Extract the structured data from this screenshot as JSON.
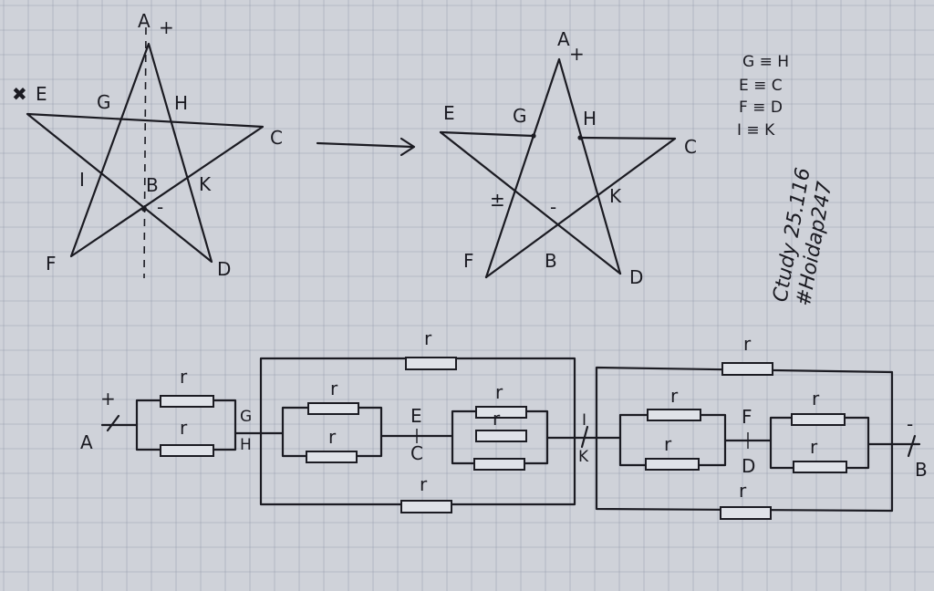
{
  "star_before": {
    "vertices": [
      "A",
      "E",
      "C",
      "F",
      "D"
    ],
    "inner": [
      "G",
      "H",
      "I",
      "K",
      "B"
    ],
    "marks": {
      "plus": "+",
      "minus": "-",
      "cross": "✖"
    }
  },
  "star_after": {
    "vertices": [
      "A",
      "E",
      "C",
      "F",
      "D"
    ],
    "inner": [
      "G",
      "H",
      "K",
      "B"
    ],
    "marks": {
      "plus": "+",
      "minus": "-",
      "plus_left": "±"
    }
  },
  "equivalences": [
    "G ≡ H",
    "E ≡ C",
    "F ≡ D",
    "I ≡ K"
  ],
  "signature": [
    "Ctudy 25.116",
    "#Hoidap247"
  ],
  "circuit": {
    "resistor_label": "r",
    "terminal_left": "A",
    "terminal_right": "B",
    "plus": "+",
    "minus": "-",
    "nodes": {
      "g": "G",
      "h": "H",
      "e": "E",
      "c": "C",
      "i": "I",
      "k": "K",
      "f": "F",
      "d": "D"
    }
  }
}
